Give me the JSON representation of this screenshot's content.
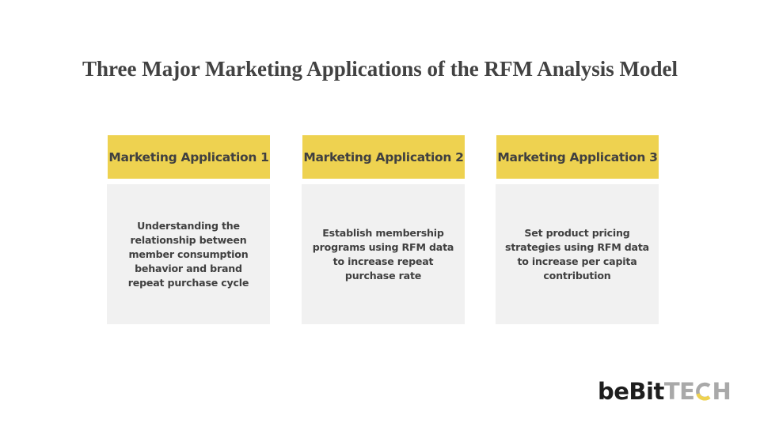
{
  "slide": {
    "title": "Three Major Marketing Applications of the RFM Analysis Model",
    "cards": [
      {
        "heading": "Marketing Application 1",
        "body": "Understanding the relationship between member consumption behavior and brand repeat purchase cycle"
      },
      {
        "heading": "Marketing Application 2",
        "body": "Establish membership programs using RFM data to increase repeat purchase rate"
      },
      {
        "heading": "Marketing Application 3",
        "body": "Set product pricing strategies using RFM data to increase per capita contribution"
      }
    ],
    "colors": {
      "header_yellow": "#eed250",
      "body_gray": "#f1f1f1",
      "text_dark": "#404040"
    }
  },
  "logo": {
    "part1": "beBit",
    "part2_a": "TE",
    "part2_c": "C",
    "part2_b": "H"
  }
}
